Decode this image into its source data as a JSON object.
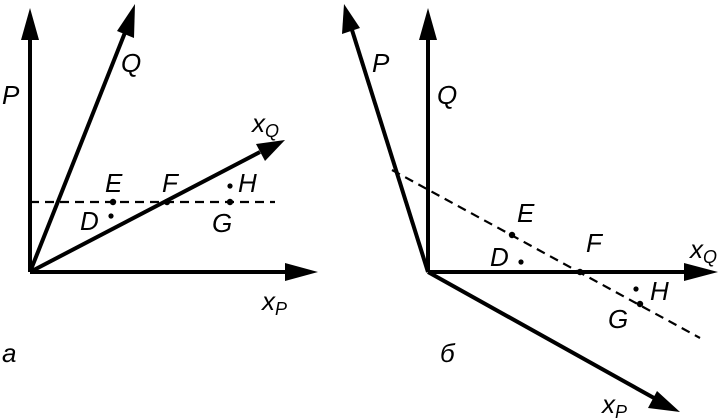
{
  "colors": {
    "ink": "#000000",
    "background": "#ffffff"
  },
  "panels": {
    "a": {
      "panel_label": "а",
      "axes": {
        "P": "P",
        "Q": "Q",
        "xQ_main": "x",
        "xQ_sub": "Q",
        "xP_main": "x",
        "xP_sub": "P"
      },
      "points": {
        "E": "E",
        "F": "F",
        "H": "H",
        "D": "D",
        "G": "G"
      }
    },
    "b": {
      "panel_label": "б",
      "axes": {
        "P": "P",
        "Q": "Q",
        "xQ_main": "x",
        "xQ_sub": "Q",
        "xP_main": "x",
        "xP_sub": "P"
      },
      "points": {
        "E": "E",
        "F": "F",
        "H": "H",
        "D": "D",
        "G": "G"
      }
    }
  }
}
